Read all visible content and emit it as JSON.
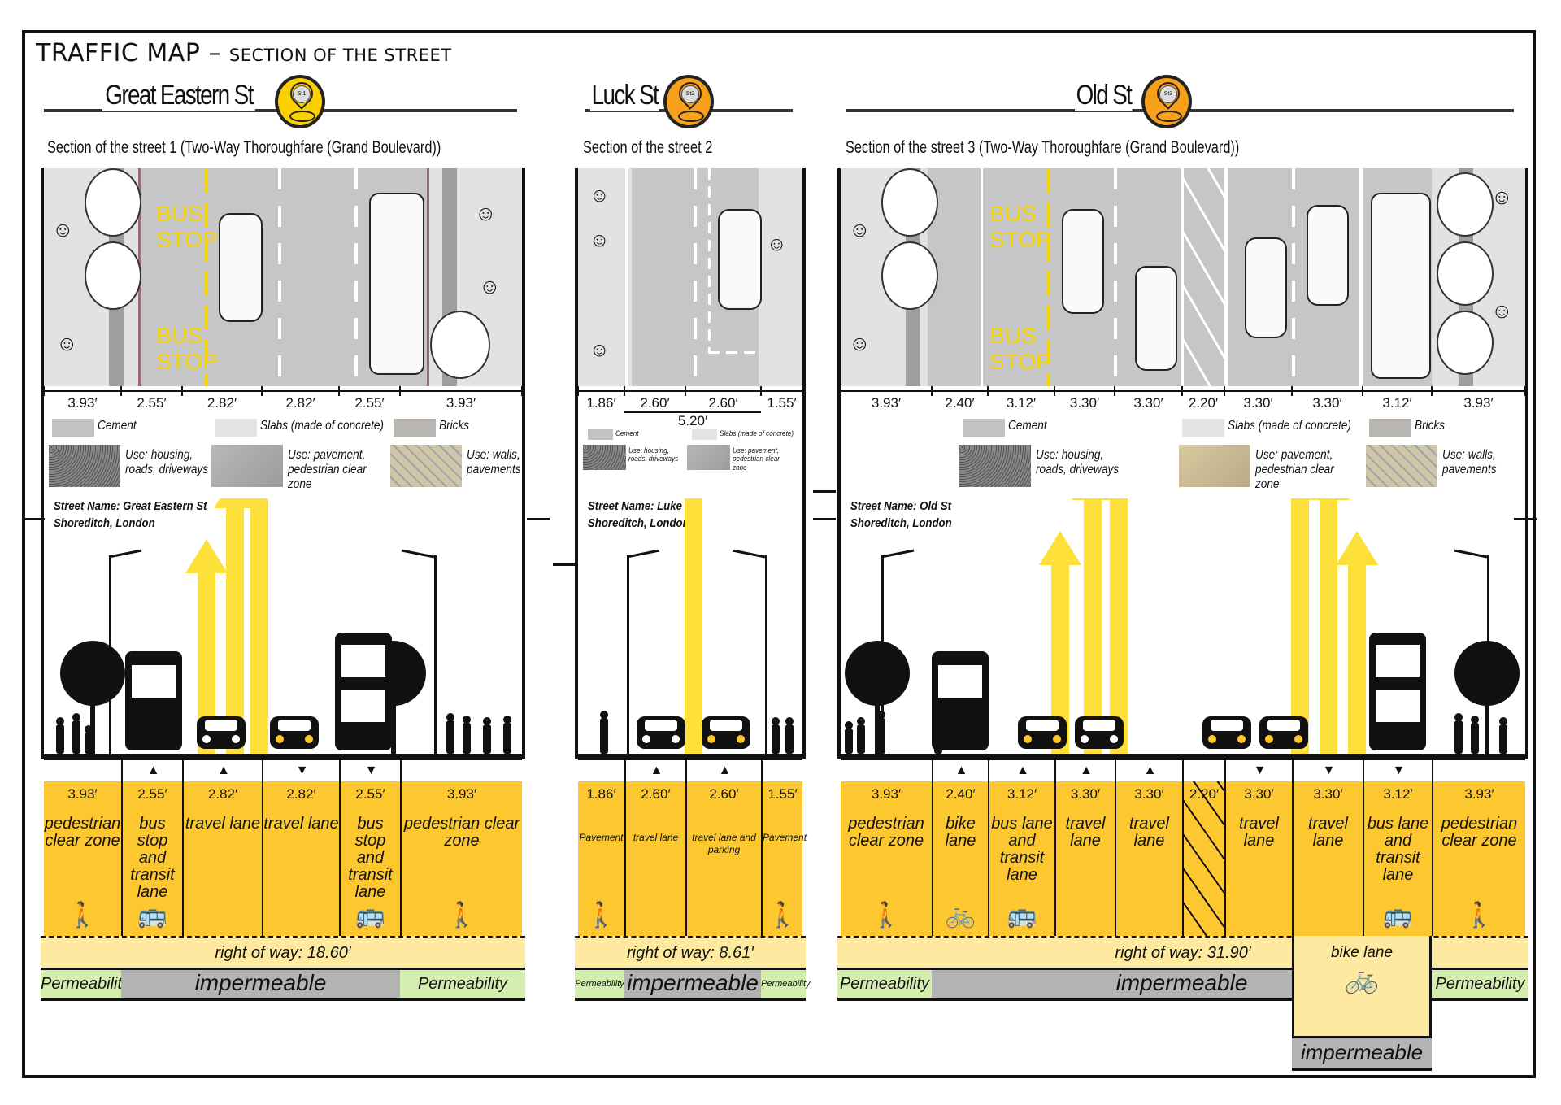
{
  "title": {
    "main": "TRAFFIC MAP – ",
    "sub": "SECTION OF THE STREET"
  },
  "colors": {
    "lane_yellow": "#fdc82f",
    "row_band": "#fde9a0",
    "permeable_green": "#d4eeb0",
    "impermeable_gray": "#b3b3b3",
    "pin_st1": "#fbd000",
    "pin_st2": "#f9a01b",
    "pin_st3": "#f9a01b",
    "arrow_yellow": "#fde13a"
  },
  "materials": {
    "cement": {
      "label": "Cement",
      "use": "Use: housing, roads, driveways"
    },
    "slabs": {
      "label": "Slabs (made of concrete)",
      "use": "Use: pavement, pedestrian clear zone"
    },
    "bricks": {
      "label": "Bricks",
      "use": "Use: walls, pavements"
    }
  },
  "streets": [
    {
      "name": "Great Eastern St",
      "pin": "St1",
      "subtitle": "Section of the street 1 (Two-Way Thoroughfare (Grand Boulevard))",
      "street_name_label": "Street Name: Great Eastern St",
      "location": "Shoreditch, London",
      "plan_labels": [
        "BUS",
        "STOP",
        "BUS",
        "STOP"
      ],
      "lanes": [
        {
          "width": "3.93′",
          "label": "pedestrian clear zone",
          "icon": "pedestrian-icon",
          "arrow": ""
        },
        {
          "width": "2.55′",
          "label": "bus stop and transit lane",
          "icon": "bus-icon",
          "arrow": "▲"
        },
        {
          "width": "2.82′",
          "label": "travel lane",
          "icon": "",
          "arrow": "▲"
        },
        {
          "width": "2.82′",
          "label": "travel lane",
          "icon": "",
          "arrow": "▼"
        },
        {
          "width": "2.55′",
          "label": "bus stop and transit lane",
          "icon": "bus-icon",
          "arrow": "▼"
        },
        {
          "width": "3.93′",
          "label": "pedestrian clear zone",
          "icon": "pedestrian-icon",
          "arrow": ""
        }
      ],
      "right_of_way": "right of way: 18.60′",
      "permeability": {
        "left": "Permeability",
        "center": "impermeable",
        "right": "Permeability"
      }
    },
    {
      "name": "Luck St",
      "pin": "St2",
      "subtitle": "Section of the street 2",
      "street_name_label": "Street Name: Luke St",
      "location": "Shoreditch, London",
      "combined_width": "5.20′",
      "lanes": [
        {
          "width": "1.86′",
          "label": "Pavement",
          "icon": "pedestrian-icon",
          "arrow": ""
        },
        {
          "width": "2.60′",
          "label": "travel lane",
          "icon": "",
          "arrow": "▲"
        },
        {
          "width": "2.60′",
          "label": "travel lane and parking",
          "icon": "",
          "arrow": "▲"
        },
        {
          "width": "1.55′",
          "label": "Pavement",
          "icon": "pedestrian-icon",
          "arrow": ""
        }
      ],
      "right_of_way": "right of way: 8.61′",
      "permeability": {
        "left": "Permeability",
        "center": "impermeable",
        "right": "Permeability"
      }
    },
    {
      "name": "Old St",
      "pin": "St3",
      "subtitle": "Section of the street 3 (Two-Way Thoroughfare (Grand Boulevard))",
      "street_name_label": "Street Name: Old St",
      "location": "Shoreditch, London",
      "plan_labels": [
        "BUS",
        "STOP",
        "BUS",
        "STOP"
      ],
      "lanes": [
        {
          "width": "3.93′",
          "label": "pedestrian clear zone",
          "icon": "pedestrian-icon",
          "arrow": ""
        },
        {
          "width": "2.40′",
          "label": "bike lane",
          "icon": "bike-icon",
          "arrow": "▲"
        },
        {
          "width": "3.12′",
          "label": "bus lane and transit lane",
          "icon": "bus-icon",
          "arrow": "▲"
        },
        {
          "width": "3.30′",
          "label": "travel lane",
          "icon": "",
          "arrow": "▲"
        },
        {
          "width": "3.30′",
          "label": "travel lane",
          "icon": "",
          "arrow": "▲"
        },
        {
          "width": "2.20′",
          "label": "",
          "icon": "hatched-median",
          "arrow": ""
        },
        {
          "width": "3.30′",
          "label": "travel lane",
          "icon": "",
          "arrow": "▼"
        },
        {
          "width": "3.30′",
          "label": "travel lane",
          "icon": "",
          "arrow": "▼"
        },
        {
          "width": "3.12′",
          "label": "bus lane and transit lane",
          "icon": "bus-icon",
          "arrow": "▼"
        },
        {
          "width": "3.93′",
          "label": "pedestrian clear zone",
          "icon": "pedestrian-icon",
          "arrow": ""
        }
      ],
      "right_of_way": "right of way: 31.90′",
      "bike_lane_extra": {
        "label": "bike lane",
        "permeability": "impermeable"
      },
      "permeability": {
        "left": "Permeability",
        "center": "impermeable",
        "right": "Permeability"
      }
    }
  ]
}
